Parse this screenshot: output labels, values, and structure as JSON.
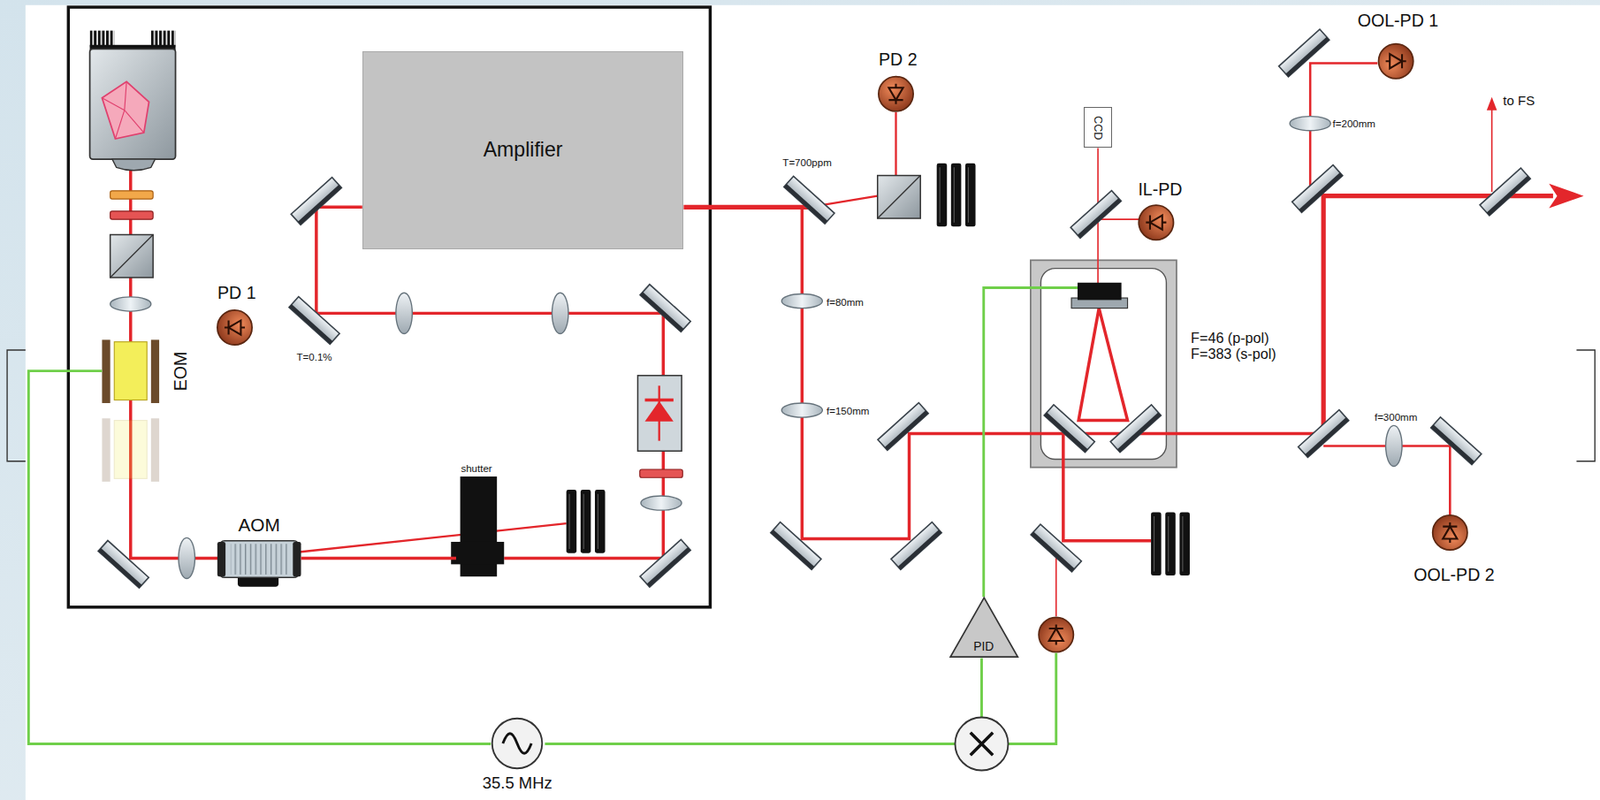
{
  "diagram": {
    "nodes": [
      {
        "text": [
          "Amplifier"
        ]
      },
      {
        "text": [
          "AOM"
        ]
      },
      {
        "text": [
          "shutter"
        ]
      },
      {
        "text": [
          "EOM"
        ]
      },
      {
        "text": [
          "PD 1"
        ]
      },
      {
        "text": [
          "PD 2"
        ]
      },
      {
        "text": [
          "CCD"
        ]
      },
      {
        "text": [
          "IL-PD"
        ]
      },
      {
        "text": [
          "OOL-PD 1"
        ]
      },
      {
        "text": [
          "OOL-PD 2"
        ]
      },
      {
        "text": [
          "PID"
        ]
      },
      {
        "text": [
          "35.5 MHz"
        ]
      },
      {
        "text": [
          "F=46 (p-pol)",
          "F=383 (s-pol)"
        ]
      }
    ],
    "edges": [
      {
        "from": 11,
        "to": 3,
        "arrow": "none"
      },
      {
        "from": 10,
        "to": 12,
        "arrow": "none"
      },
      {
        "from": 1,
        "to": 2,
        "arrow": "none"
      }
    ],
    "labels": [
      "T=0.1%",
      "T=700ppm",
      "f=80mm",
      "f=150mm",
      "f=200mm",
      "to FS",
      "f=300mm"
    ]
  }
}
